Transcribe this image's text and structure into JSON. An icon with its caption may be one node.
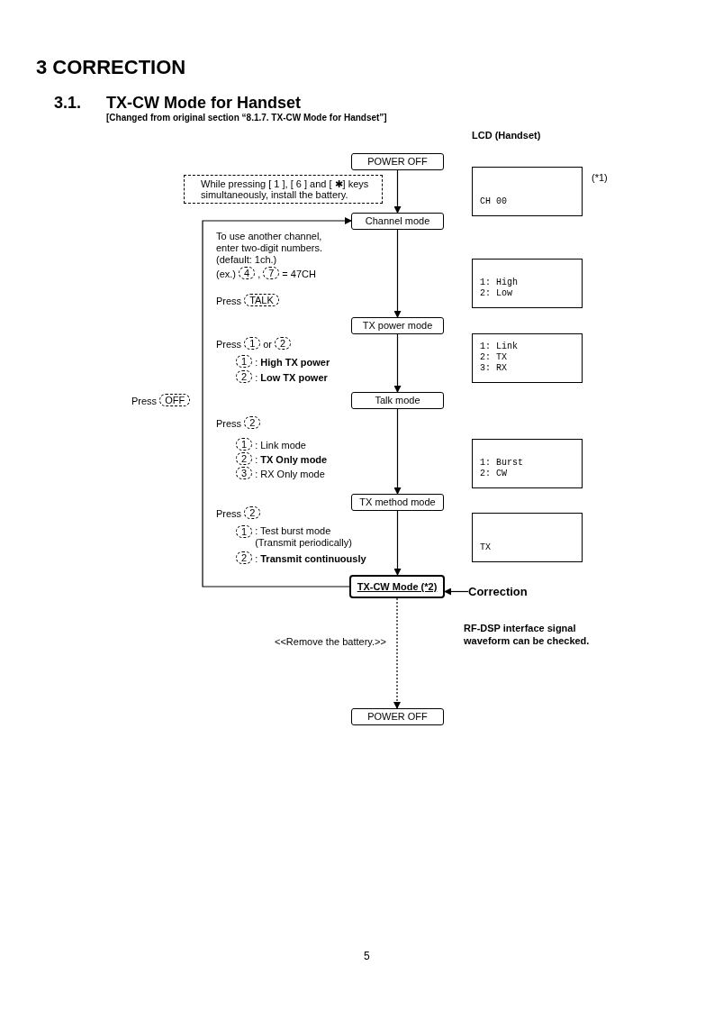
{
  "diagram": {
    "nodes": [
      {
        "text": [
          "POWER OFF"
        ]
      },
      {
        "text": [
          "While pressing [ 1 ], [ 6 ] and [ ✱] keys simultaneously, install the battery."
        ]
      },
      {
        "text": [
          "Channel mode"
        ]
      },
      {
        "text": [
          "TX power mode"
        ]
      },
      {
        "text": [
          "Talk mode"
        ]
      },
      {
        "text": [
          "TX method mode"
        ]
      },
      {
        "text": [
          "TX-CW Mode (*2)"
        ]
      },
      {
        "text": [
          "POWER OFF"
        ]
      },
      {
        "text": [
          "CH 00"
        ],
        "beside": [
          "(*1)"
        ]
      },
      {
        "text": [
          "1: High",
          "2: Low"
        ]
      },
      {
        "text": [
          "1: Link",
          "2: TX",
          "3: RX"
        ]
      },
      {
        "text": [
          "1: Burst",
          "2: CW"
        ]
      },
      {
        "text": [
          "TX"
        ]
      },
      {
        "text": [
          "Correction"
        ]
      }
    ],
    "edges": [
      {
        "from": 0,
        "to": 2,
        "arrow": "to"
      },
      {
        "from": 2,
        "to": 3,
        "arrow": "to"
      },
      {
        "from": 3,
        "to": 4,
        "arrow": "to"
      },
      {
        "from": 4,
        "to": 5,
        "arrow": "to"
      },
      {
        "from": 5,
        "to": 6,
        "arrow": "to"
      },
      {
        "from": 6,
        "to": 7,
        "arrow": "to",
        "style": "dashed"
      },
      {
        "from": 6,
        "to": 2,
        "arrow": "to"
      },
      {
        "from": 13,
        "to": 6,
        "arrow": "to"
      }
    ],
    "labels": [
      "3 CORRECTION",
      "3.1.",
      "TX-CW Mode for Handset",
      "[Changed from original section “8.1.7. TX-CW Mode for Handset”]",
      "LCD (Handset)",
      "To use another channel, enter two-digit numbers. (default: 1ch.)",
      "(ex.)",
      "4",
      ",",
      "7",
      "= 47CH",
      "Press",
      "TALK",
      "Press",
      "1",
      "or",
      "2",
      "1",
      ": **High TX power**",
      "2",
      ": **Low TX power**",
      "Press",
      "OFF",
      "Press",
      "2",
      "1",
      ": Link mode",
      "2",
      ": **TX Only mode**",
      "3",
      ": RX Only mode",
      "Press",
      "2",
      "1",
      ": Test burst mode (Transmit periodically)",
      "2",
      ": **Transmit continuously**",
      "<<Remove the battery.>>",
      "RF-DSP interface signal waveform can be checked.",
      "5"
    ]
  }
}
